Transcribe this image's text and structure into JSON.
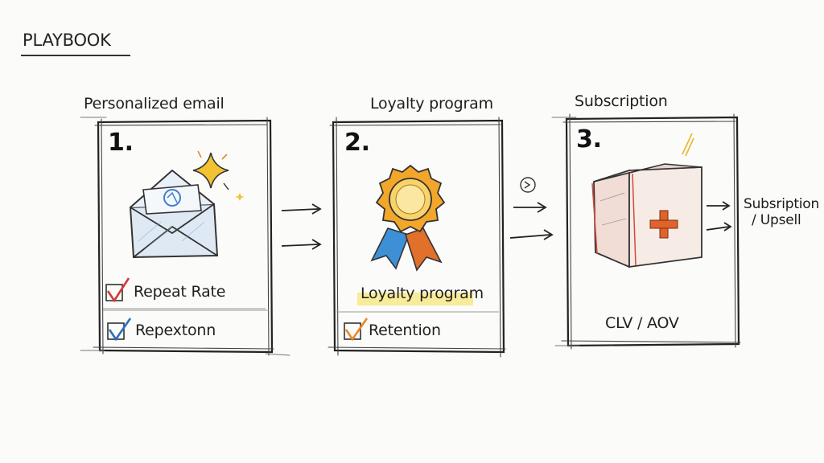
{
  "title": "PLAYBOOK",
  "steps": [
    {
      "label": "Personalized email",
      "number": "1.",
      "icon": "envelope-icon",
      "checks": [
        {
          "text": "Repeat Rate",
          "color": "#d23b34"
        },
        {
          "text": "Repextonn",
          "color": "#2f6fb8"
        }
      ]
    },
    {
      "label": "Loyalty program",
      "number": "2.",
      "icon": "award-ribbon-icon",
      "caption": "Loyalty program",
      "checks": [
        {
          "text": "Retention",
          "color": "#e8892a"
        }
      ]
    },
    {
      "label": "Subscription",
      "number": "3.",
      "icon": "box-icon",
      "caption": "CLV / AOV"
    }
  ],
  "outcome": {
    "line1": "Subsription",
    "line2": "/ Upsell"
  },
  "colors": {
    "ink": "#1a1a1a",
    "gold": "#f2b330",
    "blue": "#3d8fd6",
    "orange": "#e0702a",
    "red": "#d23b34",
    "highlight": "#f6e04a"
  }
}
